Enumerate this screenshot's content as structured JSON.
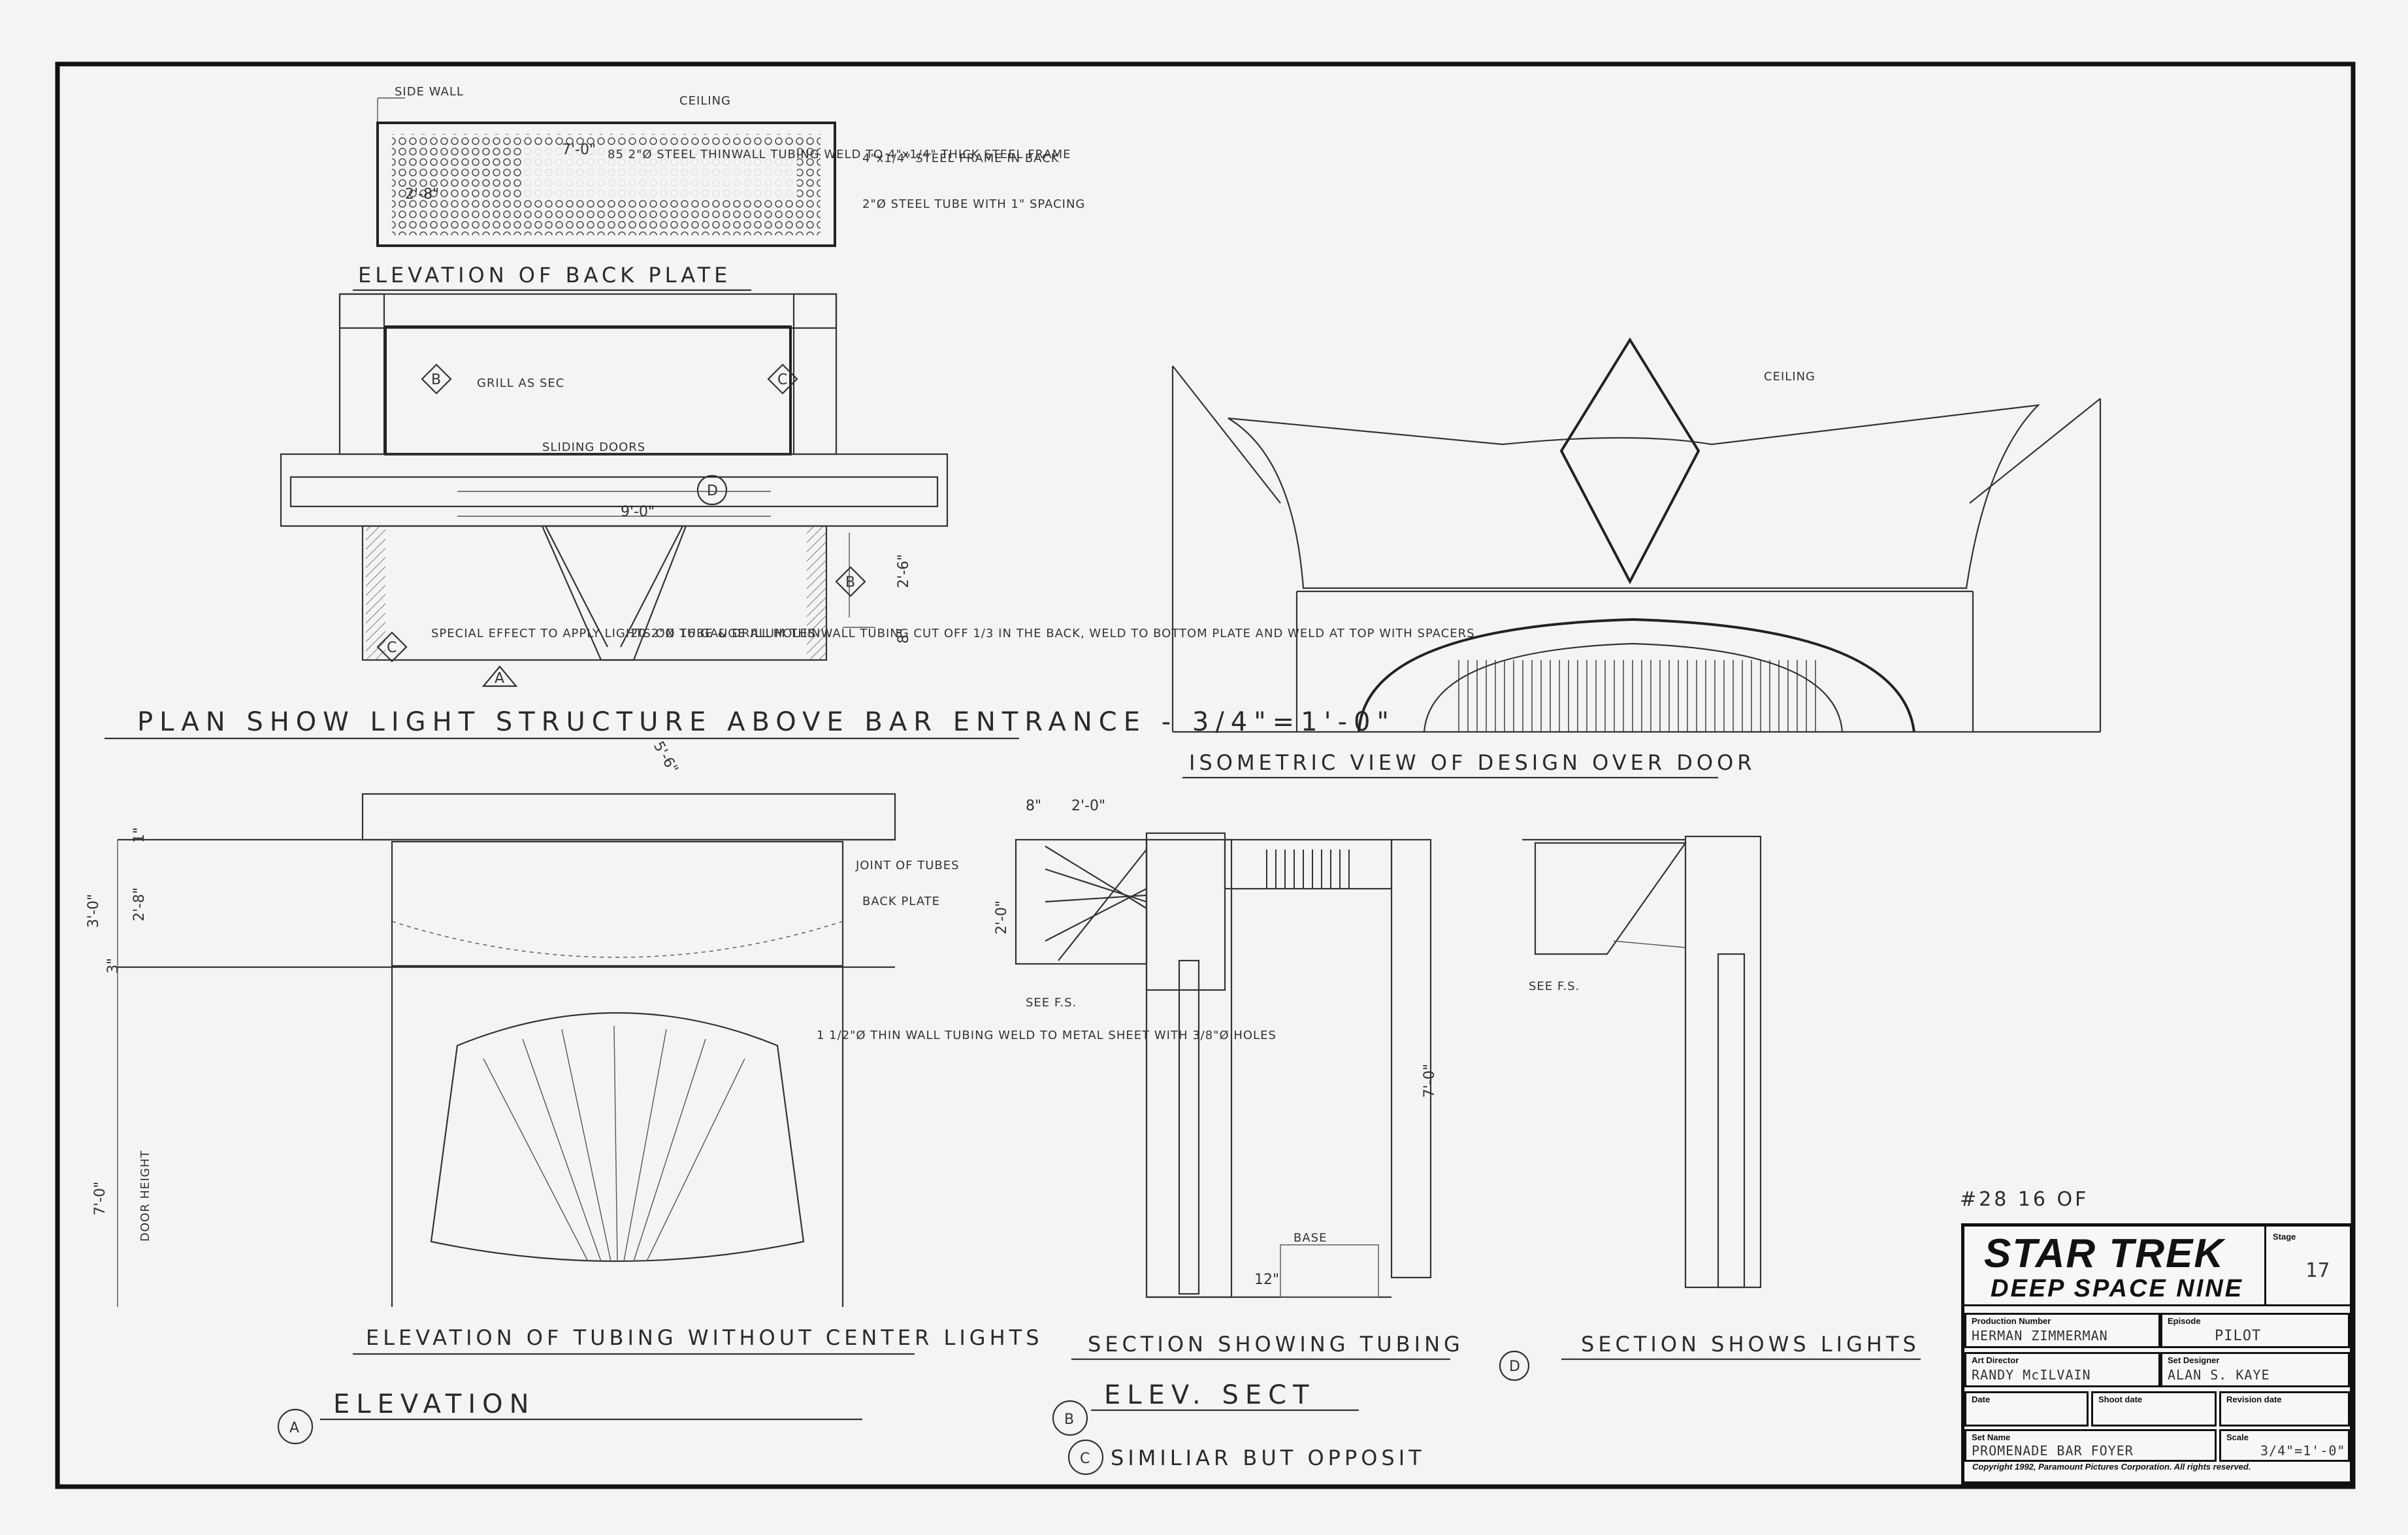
{
  "drawing": {
    "plan_labels": {
      "side_wall": "SIDE WALL",
      "ceiling_top": "CEILING",
      "back_plate_dim_w": "7'-0\"",
      "back_plate_dim_h": "2'-8\"",
      "back_plate_note": "85 2\"Ø STEEL THINWALL TUBING WELD TO 4\"x1/4\" THICK STEEL FRAME",
      "frame_note": "4\"x1/4\" STEEL FRAME IN BACK",
      "tube_note": "2\"Ø STEEL TUBE WITH 1\" SPACING",
      "elev_back_plate": "ELEVATION OF BACK PLATE",
      "grill_note": "GRILL AS SEC",
      "sliding_doors": "SLIDING DOORS",
      "plan_dim": "9'-0\"",
      "plan_dim_right": "2'-6\"",
      "plan_dim_small": "8\"",
      "special_effect_note": "SPECIAL EFFECT TO APPLY LIGHTS ON TUBE & DRILL HOLES",
      "alum_note": "20 2\"Ø 16 GAUGE ALUM THINWALL TUBING CUT OFF 1/3 IN THE BACK, WELD TO BOTTOM PLATE AND WELD AT TOP WITH SPACERS",
      "plan_title": "PLAN SHOW LIGHT STRUCTURE ABOVE BAR ENTRANCE - 3/4\"=1'-0\"",
      "angle_dim": "5'-6\"",
      "marker_a": "A",
      "marker_b": "B",
      "marker_c": "C",
      "marker_d": "D"
    },
    "iso": {
      "ceiling": "CEILING",
      "title": "ISOMETRIC VIEW OF DESIGN OVER DOOR"
    },
    "elevation": {
      "joint_of_tubes": "JOINT OF TUBES",
      "back_plate": "BACK PLATE",
      "tubing_note": "1 1/2\"Ø THIN WALL TUBING WELD TO METAL SHEET WITH 3/8\"Ø HOLES",
      "dim_total": "3'-0\"",
      "dim_a": "2'-8\"",
      "dim_b": "1\"",
      "dim_c": "3\"",
      "door_height_dim": "7'-0\"",
      "door_height": "DOOR HEIGHT",
      "subtitle": "ELEVATION OF TUBING WITHOUT CENTER LIGHTS",
      "title": "ELEVATION"
    },
    "section_b": {
      "dim_top_a": "8\"",
      "dim_top_b": "2'-0\"",
      "dim_side": "2'-0\"",
      "see_fs": "SEE F.S.",
      "base": "BASE",
      "dim_tall": "7'-0\"",
      "dim_base": "12\"",
      "subtitle": "SECTION SHOWING TUBING",
      "title": "ELEV. SECT",
      "note_c": "SIMILIAR BUT OPPOSIT"
    },
    "section_d": {
      "see_fs": "SEE F.S.",
      "subtitle": "SECTION SHOWS LIGHTS"
    },
    "sheet_note": "#28  16 OF"
  },
  "title_block": {
    "logo_line1": "STAR TREK",
    "logo_line2": "DEEP SPACE NINE",
    "stage_label": "Stage",
    "stage_value": "17",
    "production_number_label": "Production Number",
    "production_number_value": "HERMAN ZIMMERMAN",
    "episode_label": "Episode",
    "episode_value": "PILOT",
    "art_director_label": "Art Director",
    "art_director_value": "RANDY McILVAIN",
    "set_designer_label": "Set Designer",
    "set_designer_value": "ALAN S. KAYE",
    "date_label": "Date",
    "date_value": "",
    "shoot_date_label": "Shoot date",
    "shoot_date_value": "",
    "revision_date_label": "Revision date",
    "revision_date_value": "",
    "set_name_label": "Set Name",
    "set_name_value": "PROMENADE BAR FOYER",
    "scale_label": "Scale",
    "scale_value": "3/4\"=1'-0\"",
    "copyright": "Copyright 1992, Paramount Pictures Corporation.  All rights reserved."
  }
}
